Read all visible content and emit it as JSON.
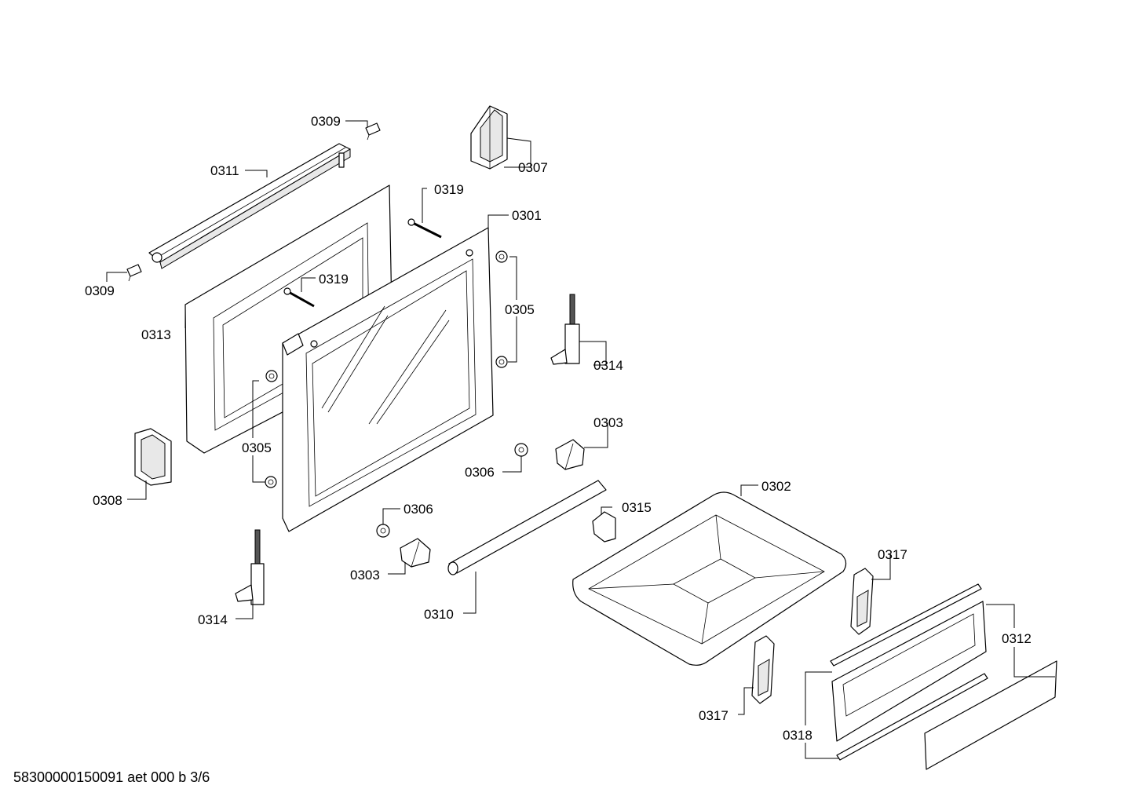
{
  "footer": {
    "code": "58300000150091 aet 000 b 3/6"
  },
  "callouts": {
    "c0301": "0301",
    "c0302": "0302",
    "c0303a": "0303",
    "c0303b": "0303",
    "c0305a": "0305",
    "c0305b": "0305",
    "c0306a": "0306",
    "c0306b": "0306",
    "c0307": "0307",
    "c0308": "0308",
    "c0309a": "0309",
    "c0309b": "0309",
    "c0310": "0310",
    "c0311": "0311",
    "c0312": "0312",
    "c0313": "0313",
    "c0314a": "0314",
    "c0314b": "0314",
    "c0315": "0315",
    "c0317a": "0317",
    "c0317b": "0317",
    "c0318": "0318",
    "c0319a": "0319",
    "c0319b": "0319"
  }
}
